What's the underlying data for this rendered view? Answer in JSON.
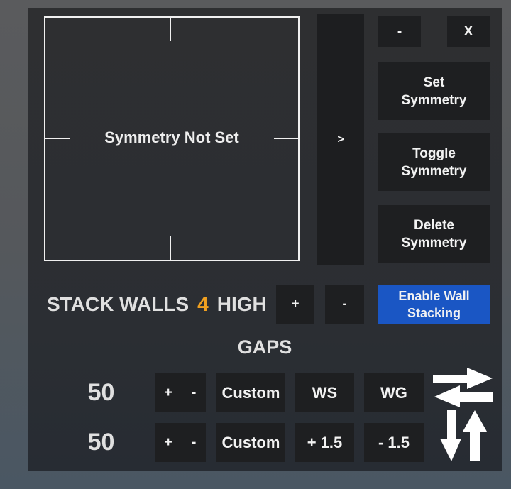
{
  "symmetry": {
    "status": "Symmetry Not Set",
    "expand_label": ">"
  },
  "window": {
    "minimize_label": "-",
    "close_label": "X"
  },
  "actions": {
    "set": "Set\nSymmetry",
    "toggle": "Toggle\nSymmetry",
    "delete": "Delete\nSymmetry"
  },
  "stack": {
    "prefix": "STACK WALLS",
    "count": "4",
    "suffix": "HIGH",
    "plus": "+",
    "minus": "-",
    "enable": "Enable Wall\nStacking",
    "accent": "#f0a020",
    "enable_color": "#1a56c4"
  },
  "gaps": {
    "title": "GAPS",
    "rows": [
      {
        "value": "50",
        "plus": "+",
        "minus": "-",
        "custom": "Custom",
        "b1": "WS",
        "b2": "WG"
      },
      {
        "value": "50",
        "plus": "+",
        "minus": "-",
        "custom": "Custom",
        "b1": "+ 1.5",
        "b2": "- 1.5"
      }
    ],
    "icons": [
      "swap-horizontal-icon",
      "swap-vertical-icon"
    ]
  }
}
